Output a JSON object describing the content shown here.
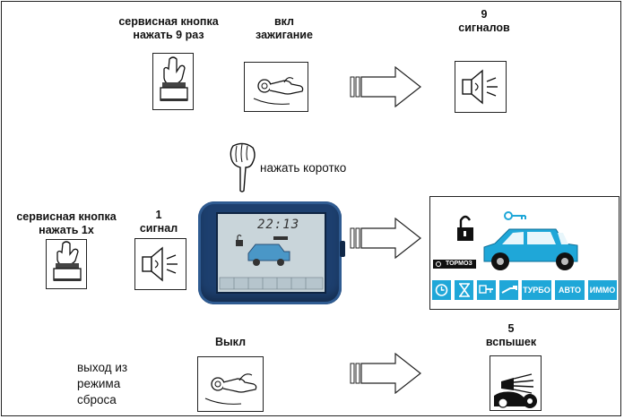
{
  "row1": {
    "service_label": "сервисная кнопка\nнажать 9 раз",
    "ignition_label": "вкл\nзажигание",
    "signals_label": "9\nсигналов"
  },
  "middle": {
    "press_label": "нажать коротко",
    "service_label": "сервисная кнопка\nнажать 1х",
    "signal_label": "1\nсигнал",
    "remote_time": "22:13"
  },
  "display": {
    "brake_label": "ТОРМОЗ",
    "icons": [
      "clock-icon",
      "hourglass-icon",
      "key-icon",
      "wrench-icon"
    ],
    "modes": [
      "ТУРБО",
      "АВТО",
      "ИММО"
    ]
  },
  "row3": {
    "off_label": "Выкл",
    "exit_label": "выход из\nрежима\nсброса",
    "flashes_label": "5\nвспышек"
  },
  "colors": {
    "accent": "#1fa7d8",
    "remote_body": "#1d3f6e",
    "lcd": "#c9d5da"
  }
}
